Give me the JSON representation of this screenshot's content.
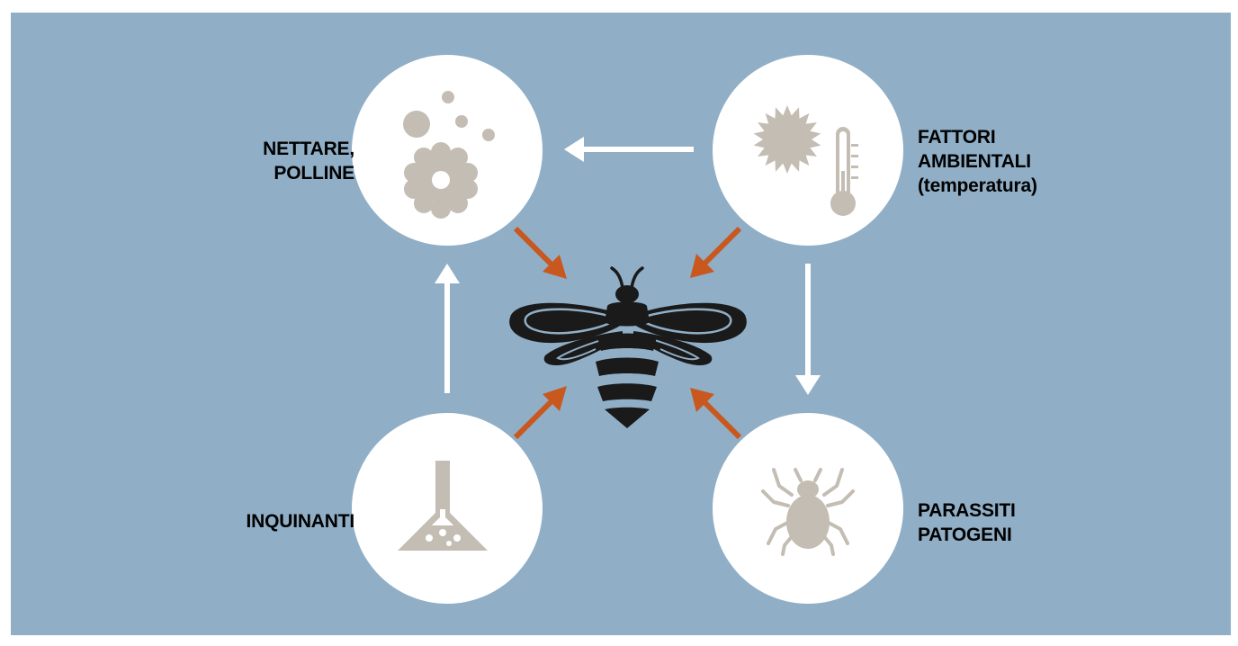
{
  "colors": {
    "background": "#90afc7",
    "circle": "#ffffff",
    "icon": "#c3bdb3",
    "arrow_orange": "#c9581e",
    "arrow_white": "#ffffff",
    "bee": "#1a1a1a",
    "text": "#000000"
  },
  "nodes": {
    "nectar": {
      "icon": "pollen-flower-icon",
      "lines": [
        "NETTARE,",
        "POLLINE"
      ]
    },
    "environment": {
      "icon": "sun-thermometer-icon",
      "lines": [
        "FATTORI",
        "AMBIENTALI",
        "(temperatura)"
      ]
    },
    "pollutants": {
      "icon": "flask-icon",
      "lines": [
        "INQUINANTI"
      ]
    },
    "parasites": {
      "icon": "mite-icon",
      "lines": [
        "PARASSITI",
        "PATOGENI"
      ]
    }
  },
  "center": {
    "icon": "bee-icon"
  },
  "edges": [
    {
      "from": "environment",
      "to": "nectar",
      "style": "white"
    },
    {
      "from": "environment",
      "to": "parasites",
      "style": "white"
    },
    {
      "from": "pollutants",
      "to": "nectar",
      "style": "white"
    },
    {
      "from": "nectar",
      "to": "bee",
      "style": "orange"
    },
    {
      "from": "environment",
      "to": "bee",
      "style": "orange"
    },
    {
      "from": "pollutants",
      "to": "bee",
      "style": "orange"
    },
    {
      "from": "parasites",
      "to": "bee",
      "style": "orange"
    }
  ]
}
